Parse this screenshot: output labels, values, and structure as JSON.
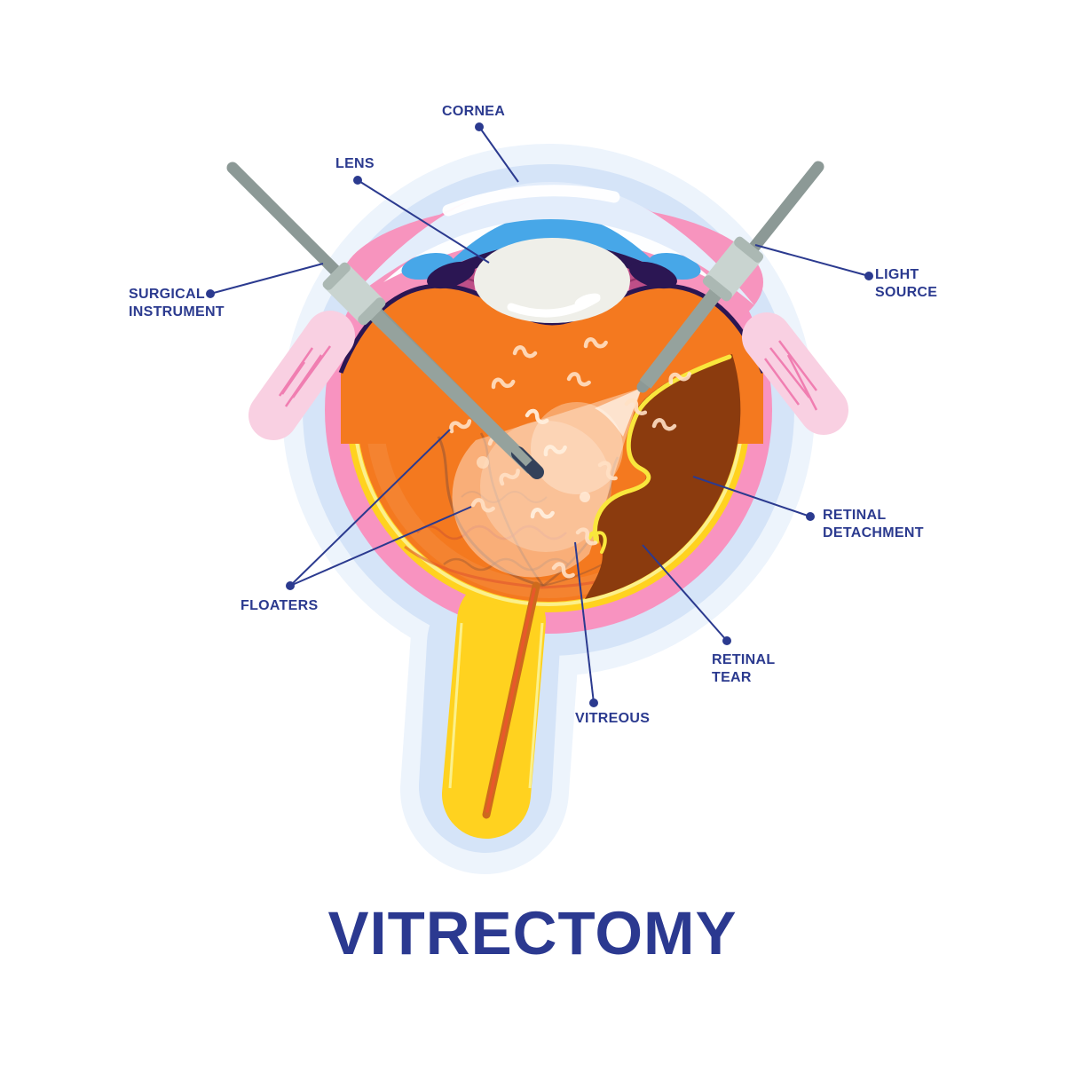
{
  "title": "VITRECTOMY",
  "labels": {
    "cornea": "CORNEA",
    "lens": "LENS",
    "surgical_instrument": "SURGICAL INSTRUMENT",
    "light_source": "LIGHT SOURCE",
    "floaters": "FLOATERS",
    "retinal_detachment": "RETINAL DETACHMENT",
    "retinal_tear": "RETINAL TEAR",
    "vitreous": "VITREOUS"
  },
  "palette": {
    "label_navy": "#2B3A8F",
    "title_navy": "#2B3990",
    "vitreous_orange": "#F4791F",
    "retina_yellow": "#FFD21F",
    "retina_inner_line": "#FBF08C",
    "choroid_pink": "#F893C0",
    "sclera_light_blue": "#D5E4F8",
    "halo_pale_blue": "#EDF4FC",
    "detachment_brown": "#8B3B0E",
    "instrument_gray": "#8C9996",
    "cannula_gray": "#C9D4D0",
    "lens_white": "#EFEFE9",
    "anterior_chamber_blue": "#47A7E8",
    "iris_dark_purple": "#2B1653",
    "iris_pink": "#F794BE",
    "ciliary_mauve": "#BE4F88",
    "muscle_pink": "#F9D0E2",
    "artery_red": "#E8582A"
  }
}
